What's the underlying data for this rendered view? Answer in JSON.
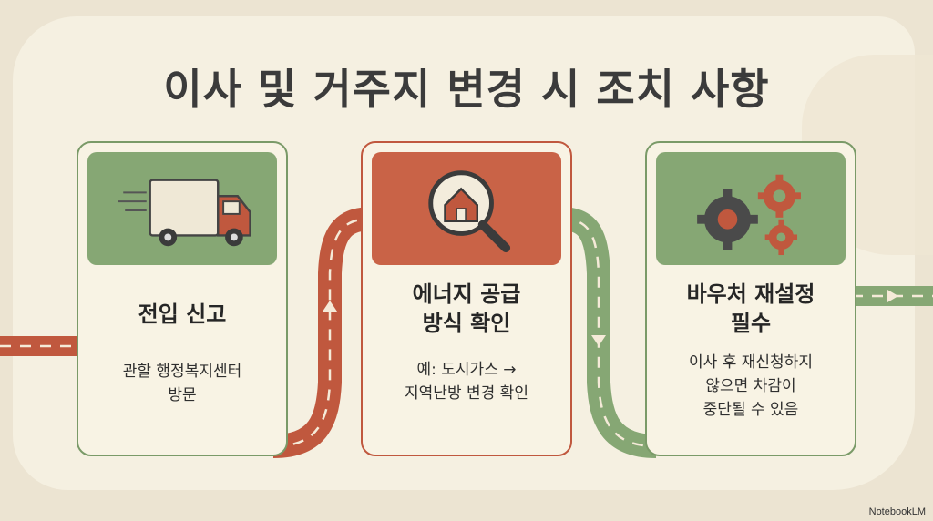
{
  "title": "이사 및 거주지 변경 시 조치 사항",
  "colors": {
    "green": "#7a9a68",
    "orange": "#c0583e",
    "background": "#f5f0e1"
  },
  "steps": [
    {
      "icon": "moving-truck-icon",
      "title": "전입 신고",
      "desc_lines": [
        "관할 행정복지센터",
        "방문"
      ]
    },
    {
      "icon": "house-magnifier-icon",
      "title_lines": [
        "에너지 공급",
        "방식 확인"
      ],
      "desc_lines": [
        "예: 도시가스 →",
        "지역난방 변경 확인"
      ]
    },
    {
      "icon": "gears-icon",
      "title_lines": [
        "바우처 재설정",
        "필수"
      ],
      "desc_lines": [
        "이사 후 재신청하지",
        "않으면 차감이",
        "중단될 수 있음"
      ]
    }
  ],
  "logo": "NotebookLM"
}
